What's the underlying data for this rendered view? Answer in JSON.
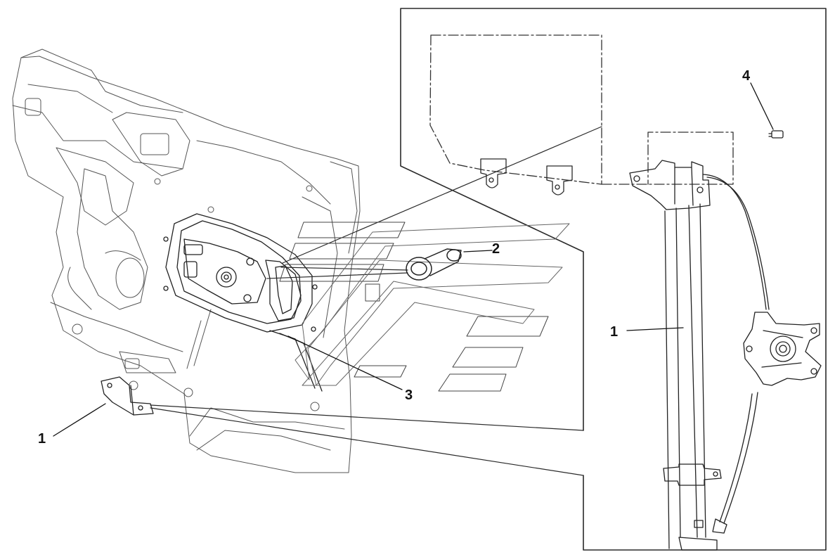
{
  "callouts": [
    {
      "id": "c1-left",
      "label": "1"
    },
    {
      "id": "c2",
      "label": "2"
    },
    {
      "id": "c3",
      "label": "3"
    },
    {
      "id": "c1-right",
      "label": "1"
    },
    {
      "id": "c4",
      "label": "4"
    }
  ],
  "colors": {
    "line": "#2a2a2a",
    "light_line": "#8a8a8a",
    "background": "#ffffff"
  }
}
